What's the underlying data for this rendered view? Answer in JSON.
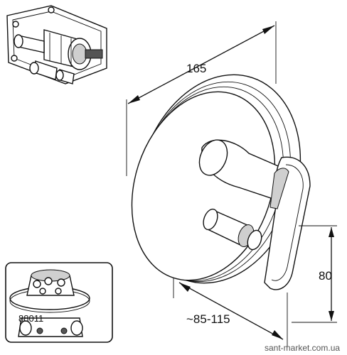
{
  "dimensions": {
    "diameter": "165",
    "depth": "~85-115",
    "height": "80"
  },
  "inset": {
    "part_number": "88011"
  },
  "watermark": "sant-market.com.ua",
  "colors": {
    "line": "#111111",
    "shade": "#cfcfcf",
    "background": "#ffffff"
  }
}
